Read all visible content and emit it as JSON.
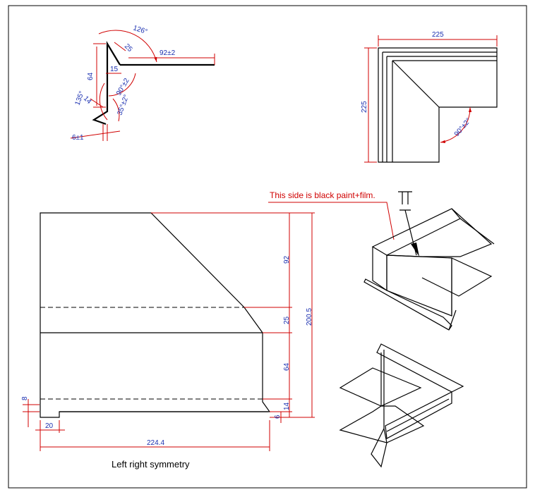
{
  "colors": {
    "dimension_line": "#d00000",
    "dimension_text": "#1a2fb0",
    "outline": "#000000",
    "note": "#d00000"
  },
  "section_view": {
    "angle_top": "126°",
    "flange_top": "25",
    "flange_length": "92±2",
    "height": "64",
    "inner_offset": "15",
    "inner_angle": "90°±2",
    "angle_left": "135°",
    "lip": "14",
    "angle_bottom": "35°±2°",
    "hem": "6±1"
  },
  "plan_view": {
    "width": "225",
    "height": "225",
    "corner_angle": "90°±2°"
  },
  "note": {
    "text": "This side is black paint+film."
  },
  "flat_pattern": {
    "dim_92": "92",
    "dim_25": "25",
    "dim_64": "64",
    "dim_total": "200.5",
    "dim_14": "14",
    "dim_6": "6",
    "dim_8": "8",
    "dim_20": "20",
    "dim_width": "224.4",
    "caption": "Left right symmetry"
  }
}
